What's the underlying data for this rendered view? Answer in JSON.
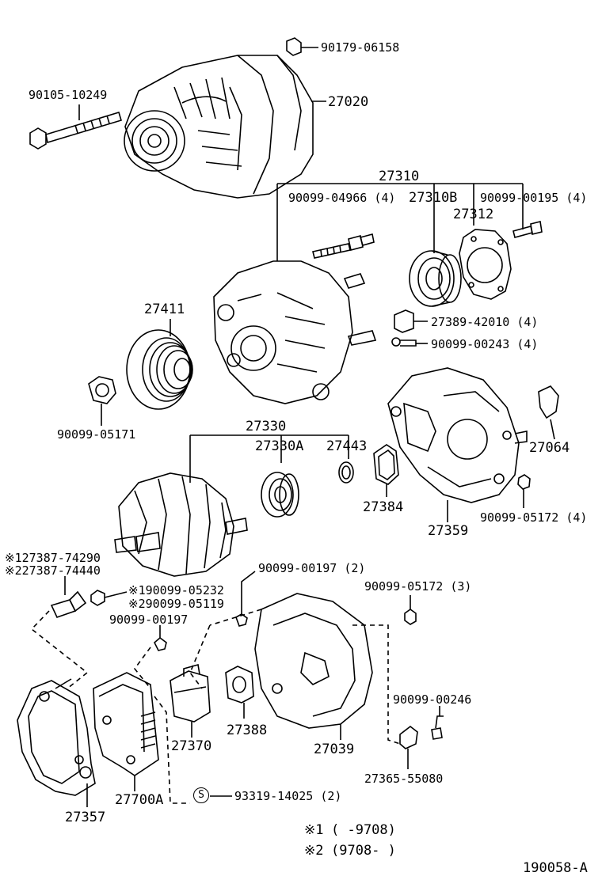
{
  "diagram_id": "190058-A",
  "labels": {
    "p90179_06158": "90179-06158",
    "p90105_10249": "90105-10249",
    "p27020": "27020",
    "p27310": "27310",
    "p90099_04966": "90099-04966 (4)",
    "p27310B": "27310B",
    "p90099_00195": "90099-00195 (4)",
    "p27312": "27312",
    "p27389_42010": "27389-42010 (4)",
    "p90099_00243": "90099-00243 (4)",
    "p27411": "27411",
    "p90099_05171": "90099-05171",
    "p27064": "27064",
    "p27330": "27330",
    "p27330A": "27330A",
    "p27443": "27443",
    "p27384": "27384",
    "p27359": "27359",
    "p90099_05172_4": "90099-05172 (4)",
    "p27387_a": "※127387-74290",
    "p27387_b": "※227387-74440",
    "p90099_00197_2": "90099-00197 (2)",
    "p90099_05172_3": "90099-05172 (3)",
    "p90099_05232": "※190099-05232",
    "p90099_05119": "※290099-05119",
    "p90099_00197": "90099-00197",
    "p90099_00246": "90099-00246",
    "p27370": "27370",
    "p27388": "27388",
    "p27039": "27039",
    "p27365_55080": "27365-55080",
    "p27357": "27357",
    "p27700A": "27700A",
    "p93319_14025": "93319-14025 (2)",
    "s_symbol": "S"
  },
  "notes": {
    "note1_mark": "※1",
    "note1_text": "(       -9708)",
    "note2_mark": "※2",
    "note2_text": "(9708-      )"
  }
}
